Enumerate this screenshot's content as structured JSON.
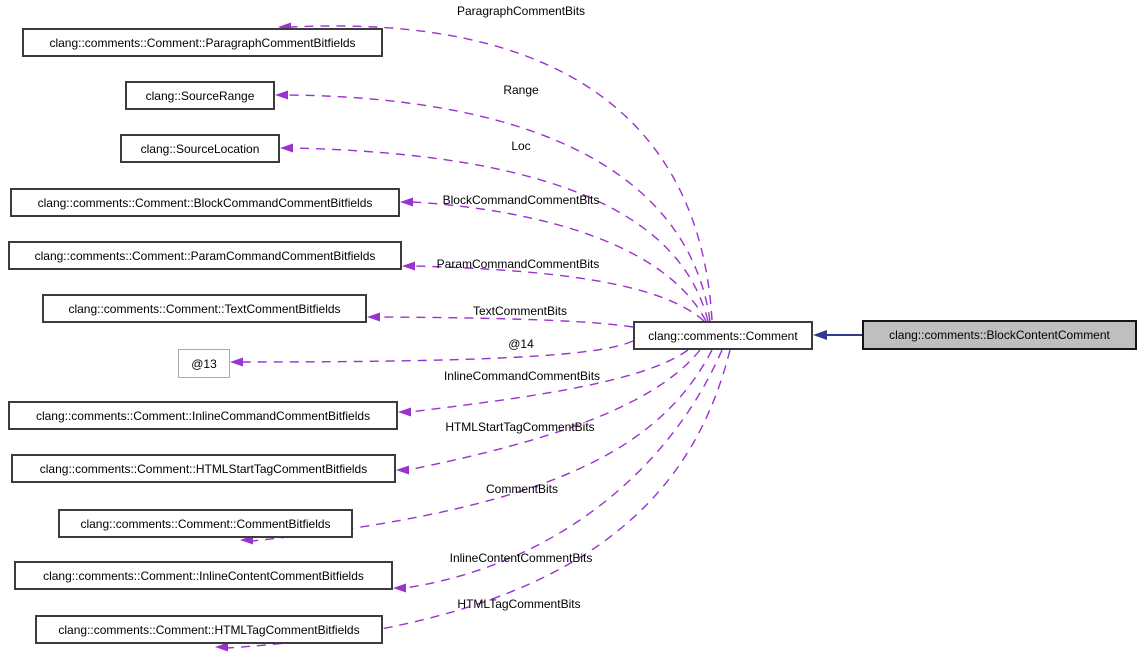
{
  "diagram": {
    "kind": "collaboration-graph",
    "colors": {
      "usage_edge": "#9a32cd",
      "inheritance_edge": "#33378f",
      "focus_node_fill": "#bfbfbf",
      "node_fill": "#ffffff",
      "node_border": "#3c3c3c"
    },
    "center_node": {
      "label": "clang::comments::Comment"
    },
    "focus_node": {
      "label": "clang::comments::BlockContentComment"
    },
    "inheritance_edge": {
      "from": "clang::comments::BlockContentComment",
      "to": "clang::comments::Comment",
      "style": "solid"
    },
    "members": [
      {
        "field": "ParagraphCommentBits",
        "type": "clang::comments::Comment::ParagraphCommentBitfields"
      },
      {
        "field": "Range",
        "type": "clang::SourceRange"
      },
      {
        "field": "Loc",
        "type": "clang::SourceLocation"
      },
      {
        "field": "BlockCommandCommentBits",
        "type": "clang::comments::Comment::BlockCommandCommentBitfields"
      },
      {
        "field": "ParamCommandCommentBits",
        "type": "clang::comments::Comment::ParamCommandCommentBitfields"
      },
      {
        "field": "TextCommentBits",
        "type": "clang::comments::Comment::TextCommentBitfields"
      },
      {
        "field": "@14",
        "type": "@13"
      },
      {
        "field": "InlineCommandCommentBits",
        "type": "clang::comments::Comment::InlineCommandCommentBitfields"
      },
      {
        "field": "HTMLStartTagCommentBits",
        "type": "clang::comments::Comment::HTMLStartTagCommentBitfields"
      },
      {
        "field": "CommentBits",
        "type": "clang::comments::Comment::CommentBitfields"
      },
      {
        "field": "InlineContentCommentBits",
        "type": "clang::comments::Comment::InlineContentCommentBitfields"
      },
      {
        "field": "HTMLTagCommentBits",
        "type": "clang::comments::Comment::HTMLTagCommentBitfields"
      }
    ]
  }
}
